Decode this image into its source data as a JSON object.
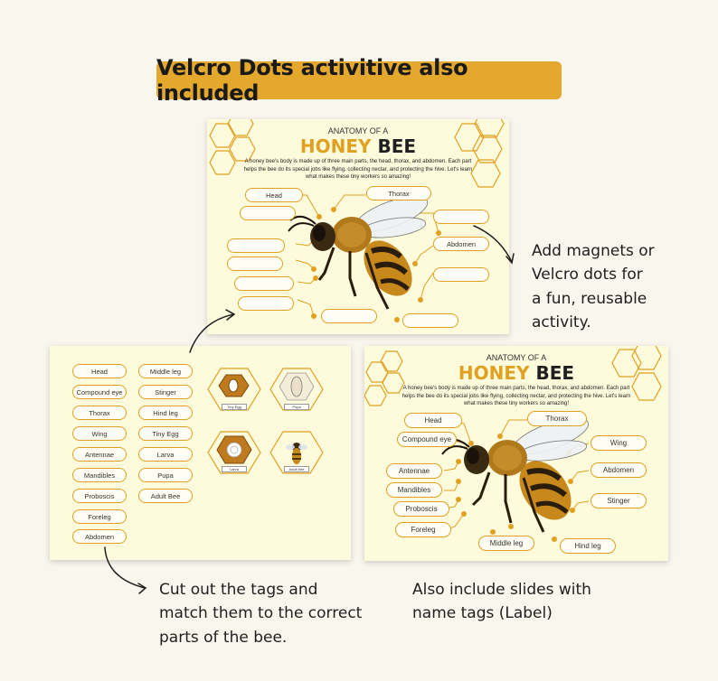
{
  "banner": {
    "text": "Velcro Dots activitive also included"
  },
  "slide_top": {
    "anatomy": "ANATOMY OF A",
    "honey": "HONEY",
    "bee": "BEE",
    "description": "A honey bee's body is made up of three main parts, the head, thorax, and abdomen. Each part helps the bee do its special jobs like flying, collecting nectar, and protecting the hive. Let's learn what makes these tiny workers so amazing!",
    "tags": {
      "head": "Head",
      "thorax": "Thorax",
      "abdomen": "Abdomen"
    }
  },
  "slide_tags": {
    "col1": [
      "Head",
      "Compound eye",
      "Thorax",
      "Wing",
      "Antennae",
      "Mandibles",
      "Proboscis",
      "Foreleg",
      "Abdomen"
    ],
    "col2": [
      "Middle leg",
      "Stinger",
      "Hind leg",
      "Tiny Egg",
      "Larva",
      "Pupa",
      "Adult Bee"
    ],
    "hex_captions": [
      "Tiny Egg",
      "Pupa",
      "Larva",
      "Adult bee"
    ]
  },
  "slide_label": {
    "anatomy": "ANATOMY OF A",
    "honey": "HONEY",
    "bee": "BEE",
    "description": "A honey bee's body is made up of three main parts, the head, thorax, and abdomen. Each part helps the bee do its special jobs like flying, collecting nectar, and protecting the hive. Let's learn what makes these tiny workers so amazing!",
    "tags": {
      "head": "Head",
      "thorax": "Thorax",
      "compound_eye": "Compound eye",
      "wing": "Wing",
      "antennae": "Antennae",
      "abdomen": "Abdomen",
      "mandibles": "Mandibles",
      "proboscis": "Proboscis",
      "stinger": "Stinger",
      "foreleg": "Foreleg",
      "middle_leg": "Middle leg",
      "hind_leg": "Hind leg"
    }
  },
  "notes": {
    "magnets": [
      "Add magnets or",
      "Velcro dots for",
      "a fun, reusable",
      "activity."
    ],
    "cut": [
      "Cut out the tags and",
      "match them to the correct",
      "parts of the bee."
    ],
    "slides": [
      "Also include slides with",
      "name tags (Label)"
    ]
  },
  "colors": {
    "accent": "#e3a82c",
    "card": "#fdfbdc",
    "background": "#f9f6ee",
    "bee_dark": "#2a1d0c"
  },
  "icons": [
    "honeycomb-hex-icon",
    "bee-illustration-icon",
    "curved-arrow-icon",
    "egg-icon",
    "pupa-icon",
    "larva-icon",
    "adult-bee-icon"
  ]
}
